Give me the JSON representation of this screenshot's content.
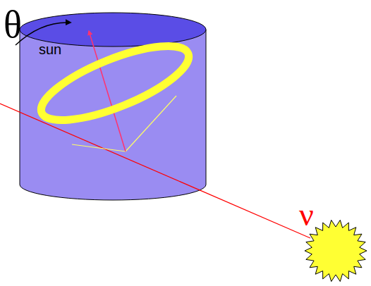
{
  "diagram": {
    "labels": [
      "θ",
      "sun",
      "ν"
    ]
  }
}
